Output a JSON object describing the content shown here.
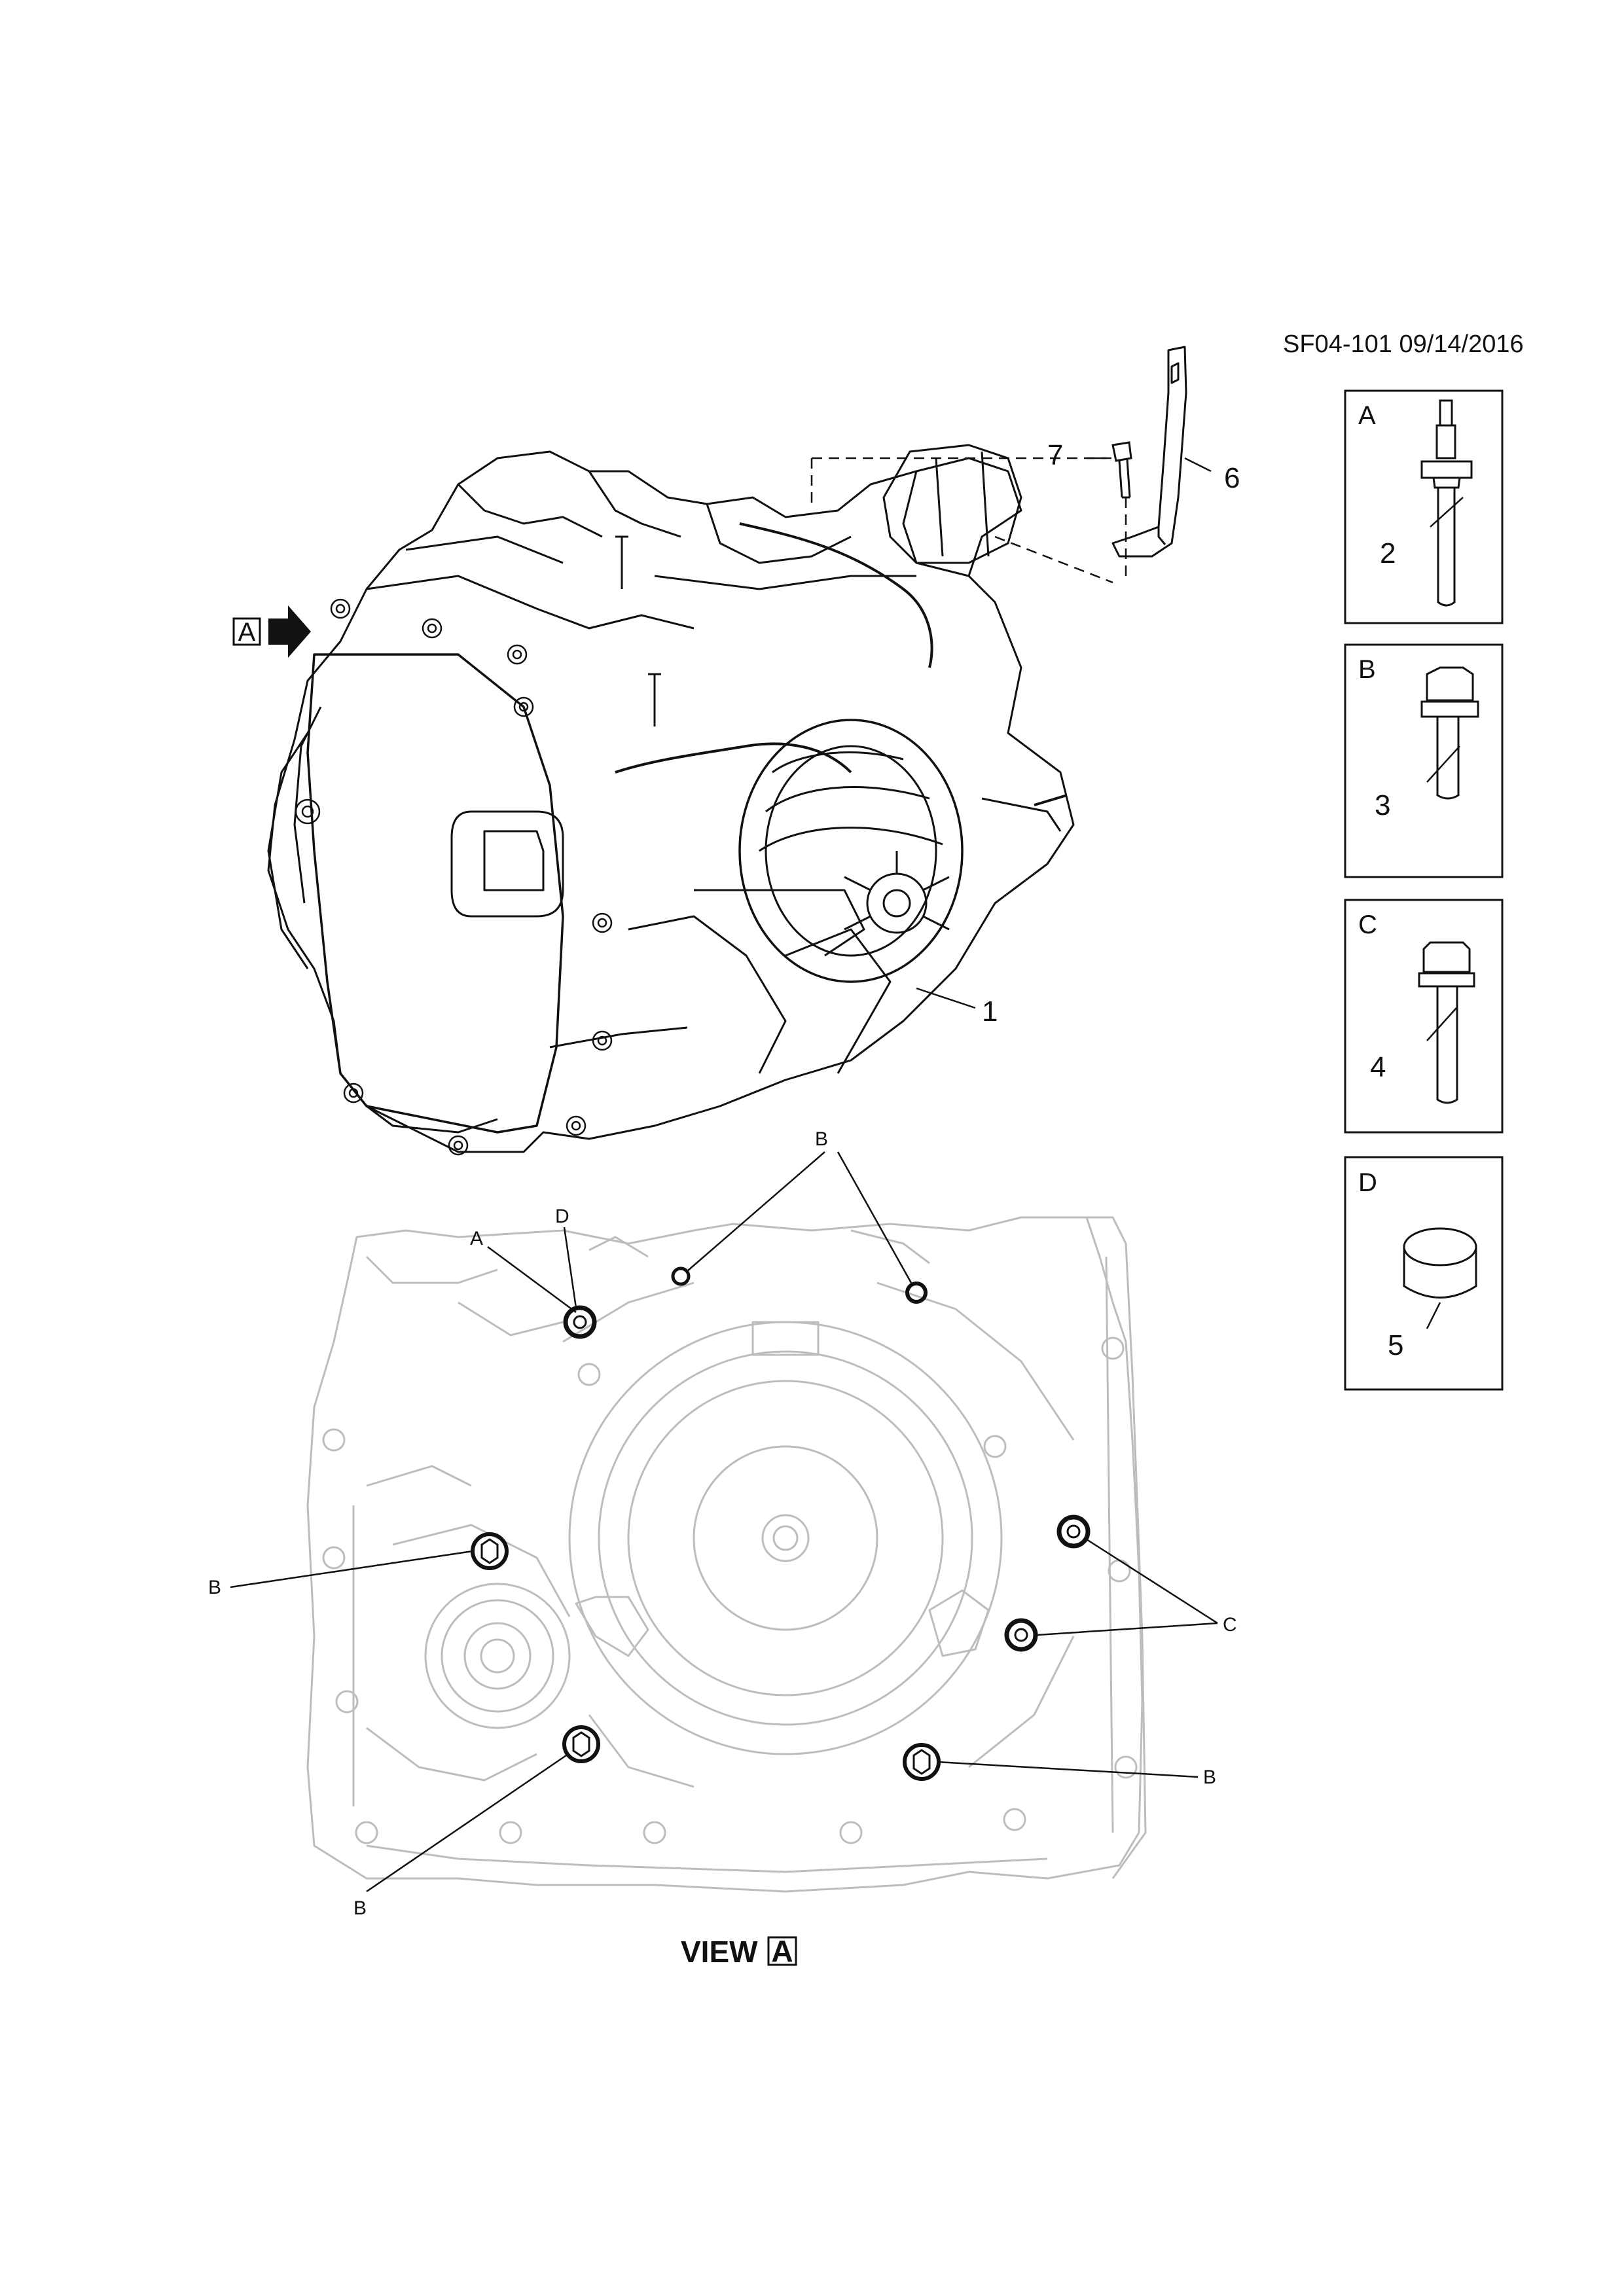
{
  "document_id": "SF04-101 09/14/2016",
  "view_marker": "A",
  "view_caption": {
    "word": "VIEW",
    "letter": "A"
  },
  "main_callouts": [
    {
      "id": "1",
      "label": "1"
    },
    {
      "id": "6",
      "label": "6"
    },
    {
      "id": "7",
      "label": "7"
    }
  ],
  "fastener_boxes": [
    {
      "letter": "A",
      "part_number": "2",
      "kind": "stud"
    },
    {
      "letter": "B",
      "part_number": "3",
      "kind": "bolt"
    },
    {
      "letter": "C",
      "part_number": "4",
      "kind": "bolt"
    },
    {
      "letter": "D",
      "part_number": "5",
      "kind": "sleeve"
    }
  ],
  "view_callouts": {
    "a": "A",
    "d": "D",
    "b_top": "B",
    "b_left": "B",
    "b_bottom": "B",
    "b_right": "B",
    "c_right": "C"
  },
  "colors": {
    "line": "#111111",
    "ghost": "#bdbdbd"
  }
}
